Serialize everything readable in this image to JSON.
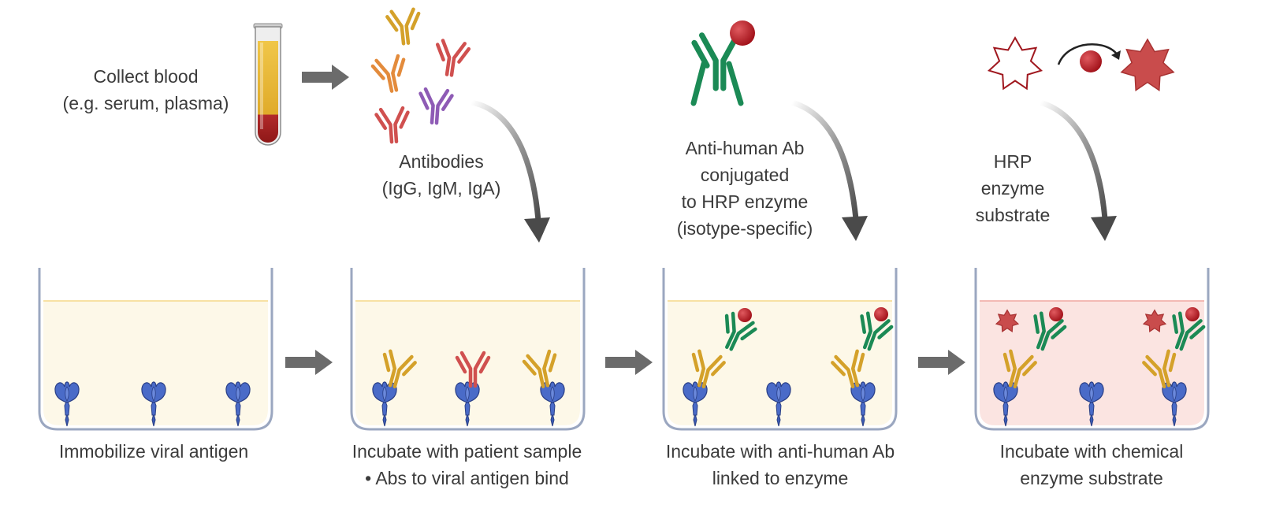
{
  "top": {
    "collect_blood": [
      "Collect blood",
      "(e.g. serum, plasma)"
    ],
    "antibodies": [
      "Antibodies",
      "(IgG, IgM, IgA)"
    ],
    "anti_human_ab": [
      "Anti-human Ab",
      "conjugated",
      "to HRP enzyme",
      "(isotype-specific)"
    ],
    "hrp_substrate": [
      "HRP",
      "enzyme",
      "substrate"
    ]
  },
  "steps": [
    {
      "lines": [
        "Immobilize viral antigen"
      ]
    },
    {
      "lines": [
        "Incubate with patient sample",
        "• Abs to viral antigen bind"
      ]
    },
    {
      "lines": [
        "Incubate with anti-human Ab",
        "linked to enzyme"
      ]
    },
    {
      "lines": [
        "Incubate with chemical",
        "enzyme substrate"
      ]
    }
  ],
  "colors": {
    "antigen": "#3b5bb5",
    "igg": "#d4a12a",
    "igm": "#d0504f",
    "iga": "#8e5bb5",
    "orange_ab": "#e38b3c",
    "secondary_ab": "#1b8a55",
    "hrp": "#b0151f",
    "substrate": "#c94c4c",
    "well_liquid": "#fdf8e8",
    "well_liquid_final": "#fbe4e1"
  },
  "icons": [
    "blood-tube-icon",
    "antibody-icon",
    "antigen-icon",
    "hrp-enzyme-icon",
    "substrate-star-icon",
    "arrow-icon"
  ]
}
